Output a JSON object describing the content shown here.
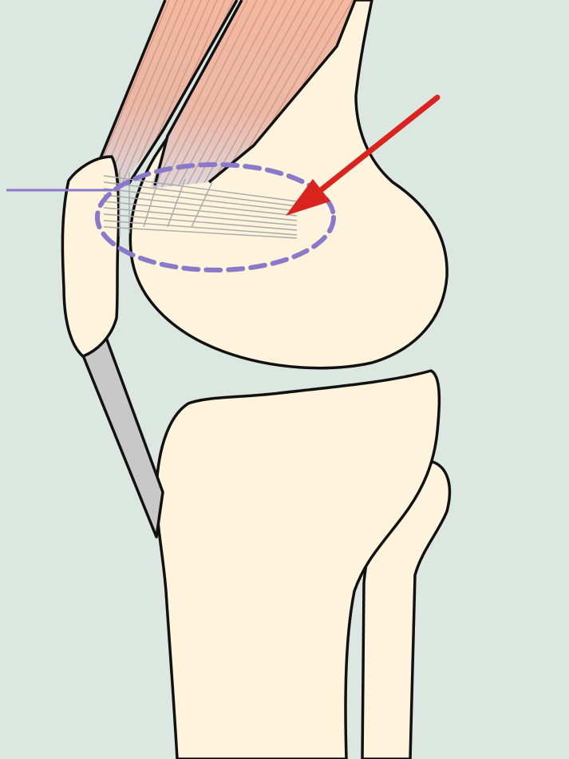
{
  "diagram": {
    "subject": "knee-lateral-view",
    "colors": {
      "background": "#dde7e2",
      "bone": "#fef3dc",
      "outline": "#111111",
      "muscle": "#f2b8a0",
      "muscle_fiber": "#d48f78",
      "tendon": "#bdbdbd",
      "ligament": "#c8c8c8",
      "highlight": "#8a78c9",
      "arrow": "#d9231e"
    },
    "parts": [
      {
        "id": "femur",
        "icon": "bone-shape"
      },
      {
        "id": "tibia",
        "icon": "bone-shape"
      },
      {
        "id": "fibula",
        "icon": "bone-shape"
      },
      {
        "id": "patella",
        "icon": "bone-shape"
      },
      {
        "id": "patellar-ligament",
        "icon": "band-shape"
      },
      {
        "id": "quadriceps-muscle",
        "icon": "muscle-shape"
      },
      {
        "id": "tendon-insertion",
        "icon": "fiber-lines"
      }
    ],
    "annotations": {
      "highlight_marker": "dashed-ellipse",
      "pointer": "red-arrow",
      "leader_line": "purple-line"
    }
  }
}
